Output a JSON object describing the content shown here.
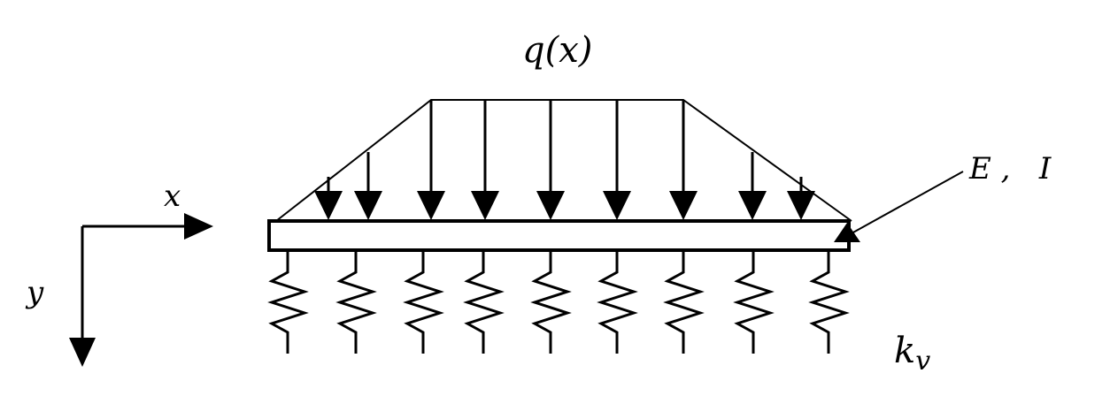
{
  "labels": {
    "load": "q(x)",
    "x_axis": "x",
    "y_axis": "y",
    "material": "E ,   I",
    "foundation_k": "k",
    "foundation_sub": "v"
  },
  "colors": {
    "ink": "#000000",
    "beam_fill": "#ffffff",
    "background": "#ffffff"
  }
}
